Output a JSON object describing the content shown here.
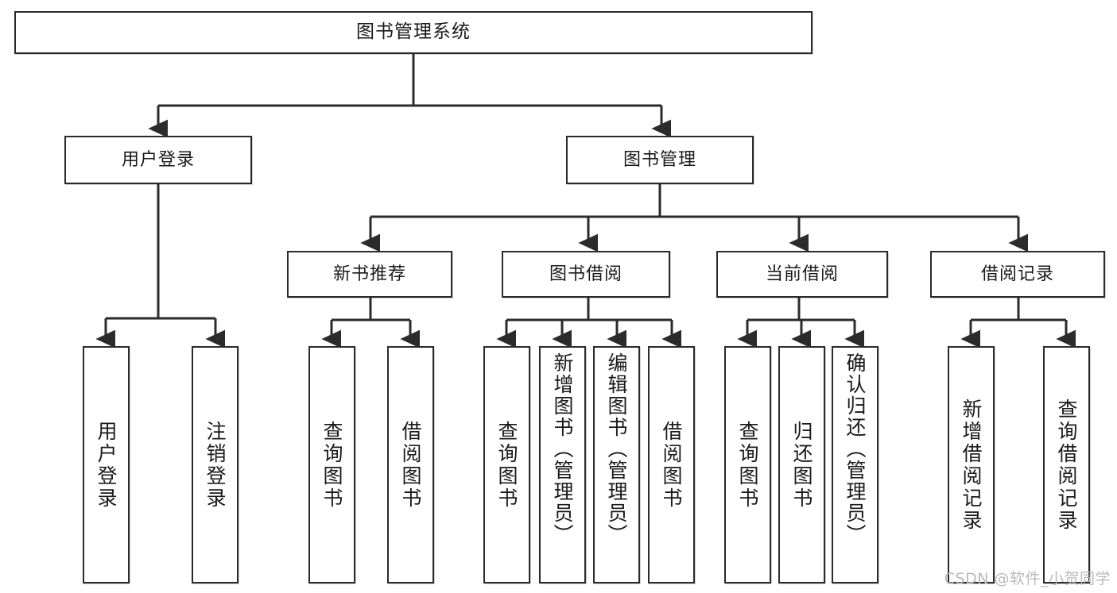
{
  "diagram": {
    "type": "tree-hierarchy-flowchart",
    "title": "图书管理系统",
    "watermark": "CSDN @软件_小贺同学",
    "colors": {
      "box_border": "#2b2b2b",
      "box_fill": "#ffffff",
      "connector": "#2b2b2b",
      "watermark": "#b9b9b9"
    },
    "levels": [
      {
        "level": 1,
        "nodes": [
          {
            "id": "root",
            "label": "图书管理系统"
          }
        ]
      },
      {
        "level": 2,
        "nodes": [
          {
            "id": "user-login",
            "label": "用户登录",
            "parent": "root"
          },
          {
            "id": "book-manage",
            "label": "图书管理",
            "parent": "root"
          }
        ]
      },
      {
        "level": 3,
        "nodes": [
          {
            "id": "new-book-rec",
            "label": "新书推荐",
            "parent": "book-manage"
          },
          {
            "id": "book-borrow",
            "label": "图书借阅",
            "parent": "book-manage"
          },
          {
            "id": "current-borrow",
            "label": "当前借阅",
            "parent": "book-manage"
          },
          {
            "id": "borrow-record",
            "label": "借阅记录",
            "parent": "book-manage"
          }
        ]
      },
      {
        "level": 4,
        "nodes": [
          {
            "id": "leaf-user-login",
            "label": "用户登录",
            "parent": "user-login"
          },
          {
            "id": "leaf-logout",
            "label": "注销登录",
            "parent": "user-login"
          },
          {
            "id": "leaf-query-book-1",
            "label": "查询图书",
            "parent": "new-book-rec"
          },
          {
            "id": "leaf-borrow-book-1",
            "label": "借阅图书",
            "parent": "new-book-rec"
          },
          {
            "id": "leaf-query-book-2",
            "label": "查询图书",
            "parent": "book-borrow"
          },
          {
            "id": "leaf-add-book",
            "label": "新增图书（管理员）",
            "parent": "book-borrow"
          },
          {
            "id": "leaf-edit-book",
            "label": "编辑图书（管理员）",
            "parent": "book-borrow"
          },
          {
            "id": "leaf-borrow-book-2",
            "label": "借阅图书",
            "parent": "book-borrow"
          },
          {
            "id": "leaf-query-book-3",
            "label": "查询图书",
            "parent": "current-borrow"
          },
          {
            "id": "leaf-return-book",
            "label": "归还图书",
            "parent": "current-borrow"
          },
          {
            "id": "leaf-confirm-return",
            "label": "确认归还（管理员）",
            "parent": "current-borrow"
          },
          {
            "id": "leaf-add-record",
            "label": "新增借阅记录",
            "parent": "borrow-record"
          },
          {
            "id": "leaf-query-record",
            "label": "查询借阅记录",
            "parent": "borrow-record"
          }
        ]
      }
    ]
  }
}
